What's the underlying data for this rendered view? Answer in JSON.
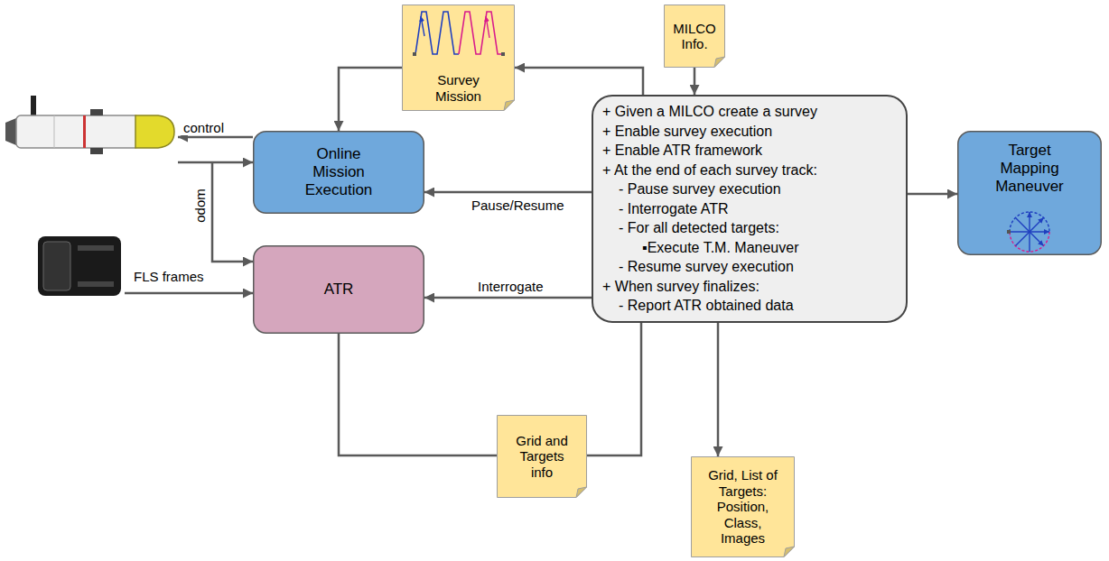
{
  "diagram": {
    "nodes": [
      {
        "text": [
          "Survey Mission"
        ]
      },
      {
        "text": [
          "MILCO Info."
        ]
      },
      {
        "text": [
          "Online Mission Execution"
        ]
      },
      {
        "text": [
          "+ Given a MILCO create a survey",
          "+ Enable survey execution",
          "+ Enable ATR framework",
          "+ At the end of each survey track:",
          "- Pause survey execution",
          "- Interrogate ATR",
          "- For all detected targets:",
          "▪Execute T.M. Maneuver",
          "- Resume survey execution",
          "+ When survey finalizes:",
          "- Report ATR obtained data"
        ]
      },
      {
        "text": [
          "Target Mapping Maneuver"
        ]
      },
      {
        "text": [
          "ATR"
        ]
      },
      {
        "text": [
          "Grid and Targets info"
        ]
      },
      {
        "text": [
          "Grid, List of Targets: Position, Class, Images"
        ]
      }
    ],
    "edges": [
      {
        "from": 3,
        "to": 0,
        "arrow": "to"
      },
      {
        "from": 0,
        "to": 2,
        "arrow": "to"
      },
      {
        "from": 1,
        "to": 3,
        "arrow": "to"
      },
      {
        "from": 3,
        "to": 2,
        "label": "Pause/Resume",
        "arrow": "to"
      },
      {
        "from": 3,
        "to": 5,
        "label": "Interrogate",
        "arrow": "to"
      },
      {
        "from": 3,
        "to": 4,
        "arrow": "to"
      },
      {
        "from": 3,
        "to": 7,
        "arrow": "to"
      },
      {
        "from": 5,
        "to": 6,
        "arrow": "none"
      },
      {
        "from": 6,
        "to": 3,
        "arrow": "to"
      }
    ],
    "labels": [
      "control",
      "odom",
      "FLS frames"
    ]
  }
}
